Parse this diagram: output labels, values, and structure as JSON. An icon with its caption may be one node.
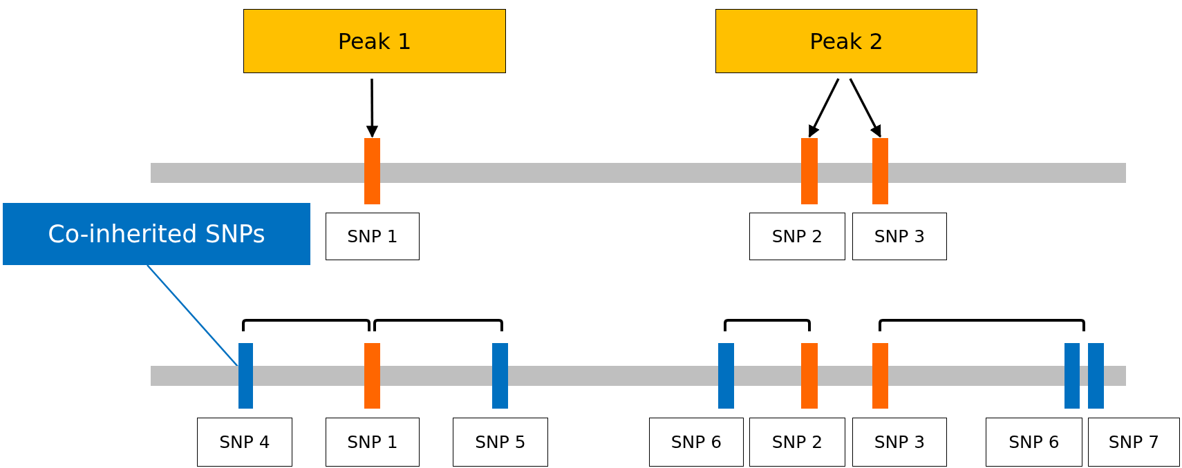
{
  "diagram": {
    "nodes": [
      {
        "text": [
          "Peak 1"
        ]
      },
      {
        "text": [
          "Peak 2"
        ]
      },
      {
        "text": [],
        "shape": "bar"
      },
      {
        "text": [],
        "shape": "bar"
      },
      {
        "text": [],
        "shape": "bar"
      },
      {
        "text": [
          "Co-inherited SNPs"
        ]
      },
      {
        "text": [
          "SNP 1"
        ]
      },
      {
        "text": [
          "SNP 2"
        ]
      },
      {
        "text": [
          "SNP 3"
        ]
      },
      {
        "text": [],
        "shape": "bar"
      },
      {
        "text": [],
        "shape": "bar"
      },
      {
        "text": [],
        "shape": "bar"
      },
      {
        "text": [],
        "shape": "bar"
      },
      {
        "text": [],
        "shape": "bar"
      },
      {
        "text": [],
        "shape": "bar"
      },
      {
        "text": [],
        "shape": "bar"
      },
      {
        "text": [],
        "shape": "bar"
      },
      {
        "text": [
          "SNP 4"
        ]
      },
      {
        "text": [
          "SNP 1"
        ]
      },
      {
        "text": [
          "SNP 5"
        ]
      },
      {
        "text": [
          "SNP 6"
        ]
      },
      {
        "text": [
          "SNP 2"
        ]
      },
      {
        "text": [
          "SNP 3"
        ]
      },
      {
        "text": [
          "SNP 6"
        ]
      },
      {
        "text": [
          "SNP 7"
        ]
      },
      {
        "text": [],
        "shape": "bar"
      },
      {
        "text": [],
        "shape": "bar"
      }
    ],
    "edges": [
      {
        "from": 0,
        "to": 2,
        "arrow": "to"
      },
      {
        "from": 1,
        "to": 3,
        "arrow": "to"
      },
      {
        "from": 1,
        "to": 4,
        "arrow": "to"
      },
      {
        "from": 5,
        "to": 9,
        "arrow": "none",
        "color": "#0070c0"
      }
    ]
  }
}
